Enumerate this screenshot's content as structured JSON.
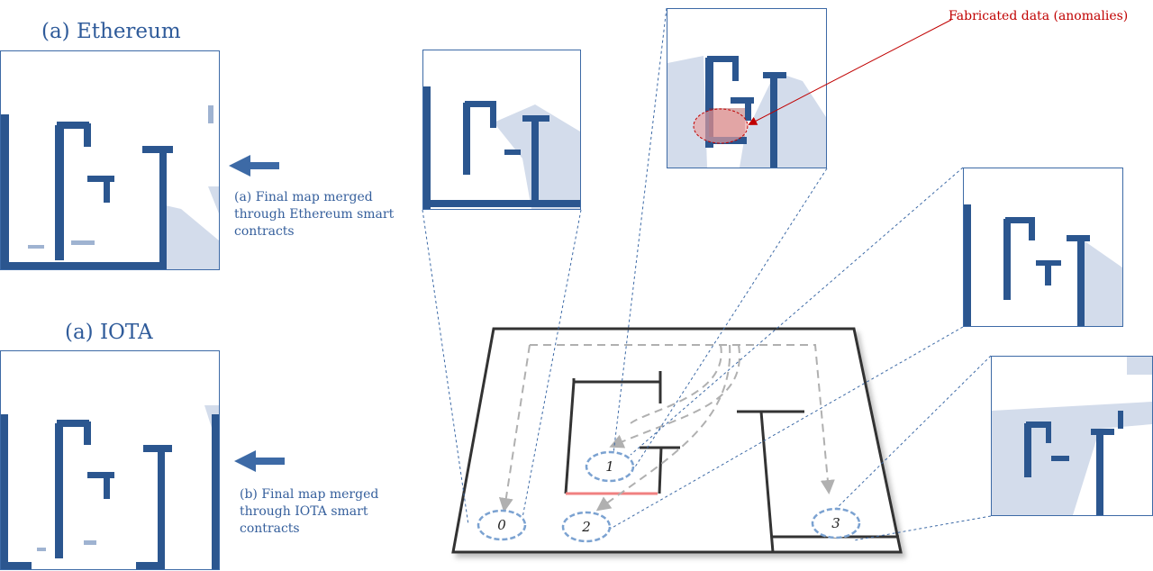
{
  "titles": {
    "ethereum": "(a) Ethereum",
    "iota": "(a) IOTA"
  },
  "captions": {
    "ethereum": "(a) Final map merged through Ethereum smart contracts",
    "iota": "(b) Final map merged through IOTA smart contracts"
  },
  "annotation": "Fabricated data (anomalies)",
  "robots": [
    "0",
    "1",
    "2",
    "3"
  ],
  "colors": {
    "wall": "#2b568f",
    "unknown": "#d3dceb",
    "link": "#3d6aa6",
    "anomaly": "#c00000",
    "path": "#b0b0b0"
  }
}
